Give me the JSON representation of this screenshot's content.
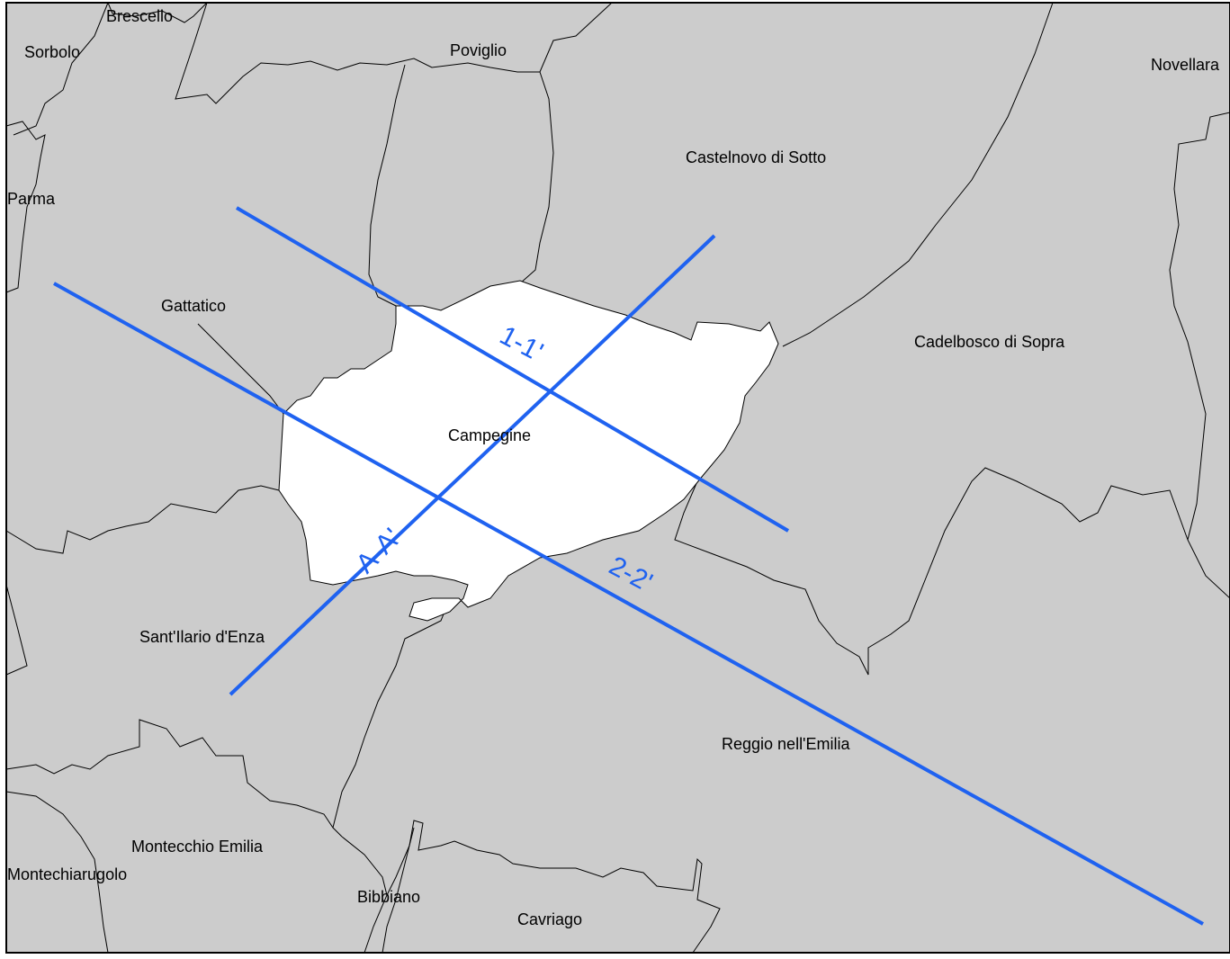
{
  "colors": {
    "background_municipalities": "#cccccc",
    "highlighted_municipality": "#ffffff",
    "boundaries": "#000000",
    "section_lines": "#1f62f0"
  },
  "places": {
    "brescello": "Brescello",
    "sorbolo": "Sorbolo",
    "poviglio": "Poviglio",
    "novellara": "Novellara",
    "castelnovo": "Castelnovo di Sotto",
    "parma": "Parma",
    "gattatico": "Gattatico",
    "cadelbosco": "Cadelbosco di Sopra",
    "campegine": "Campegine",
    "santilario": "Sant'Ilario d'Enza",
    "reggio": "Reggio nell'Emilia",
    "montecchio": "Montecchio Emilia",
    "montechiarugolo": "Montechiarugolo",
    "bibbiano": "Bibbiano",
    "cavriago": "Cavriago"
  },
  "sections": {
    "s11": "1-1'",
    "s22": "2-2'",
    "sAA": "A-A'"
  }
}
